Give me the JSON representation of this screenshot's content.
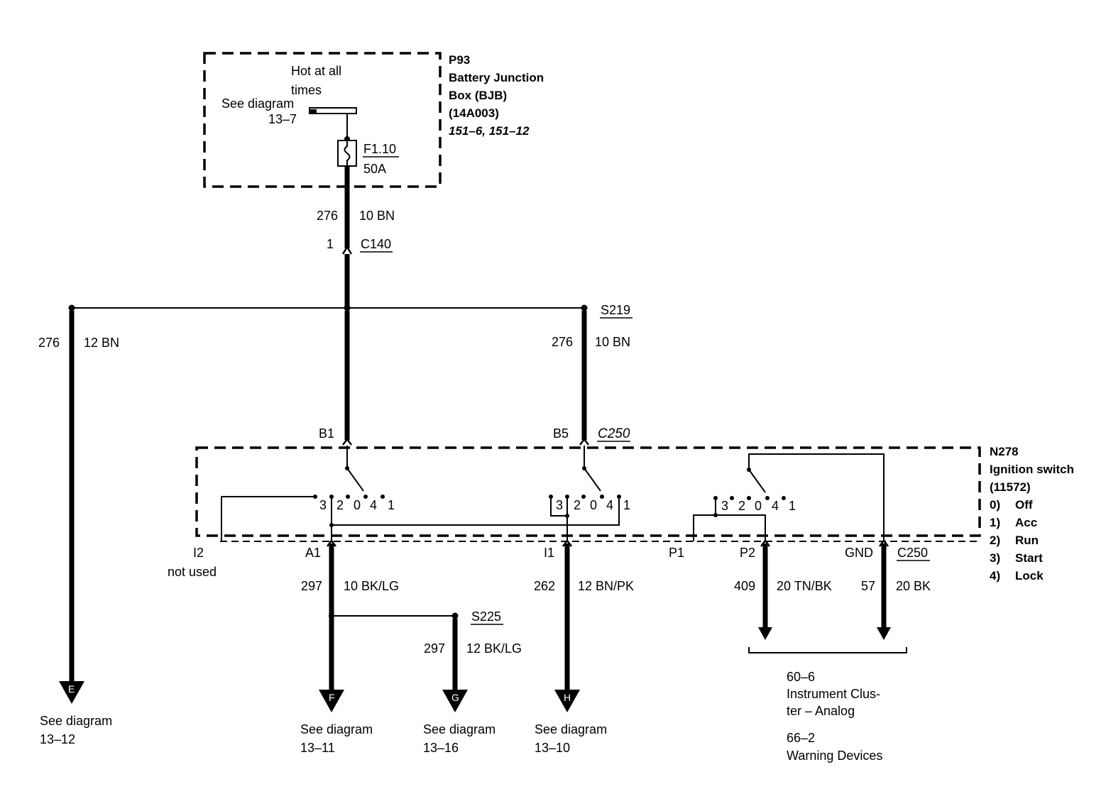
{
  "bjb": {
    "hot_line1": "Hot at all",
    "hot_line2": "times",
    "see1": "See diagram",
    "see2": "13–7",
    "fuse_id": "F1.10",
    "fuse_rating": "50A",
    "id": "P93",
    "name1": "Battery Junction",
    "name2": "Box (BJB)",
    "part": "(14A003)",
    "refs": "151–6, 151–12"
  },
  "wire_main": {
    "circuit": "276",
    "gauge": "10 BN"
  },
  "c140": {
    "pin": "1",
    "id": "C140"
  },
  "left_branch": {
    "circuit": "276",
    "gauge": "12 BN",
    "see1": "See diagram",
    "see2": "13–12",
    "dest": "E"
  },
  "s219": {
    "id": "S219",
    "circuit": "276",
    "gauge": "10 BN"
  },
  "c250_top": {
    "b1": "B1",
    "b5": "B5",
    "id": "C250"
  },
  "ignition": {
    "id": "N278",
    "name": "Ignition switch",
    "part": "(11572)",
    "positions": [
      {
        "num": "0)",
        "label": "Off"
      },
      {
        "num": "1)",
        "label": "Acc"
      },
      {
        "num": "2)",
        "label": "Run"
      },
      {
        "num": "3)",
        "label": "Start"
      },
      {
        "num": "4)",
        "label": "Lock"
      }
    ],
    "sw1": [
      "3",
      "2",
      "0",
      "4",
      "1"
    ],
    "sw2": [
      "3",
      "2",
      "0",
      "4",
      "1"
    ],
    "sw3": [
      "3",
      "2",
      "0",
      "4",
      "1"
    ]
  },
  "pins_bottom": {
    "i2": "I2",
    "not_used": "not used",
    "a1": "A1",
    "i1": "I1",
    "p1": "P1",
    "p2": "P2",
    "gnd": "GND",
    "c250": "C250"
  },
  "wire_297": {
    "circuit": "297",
    "gauge": "10 BK/LG",
    "see1": "See diagram",
    "see2": "13–11",
    "dest": "F"
  },
  "s225": {
    "id": "S225",
    "circuit": "297",
    "gauge": "12 BK/LG",
    "see1": "See diagram",
    "see2": "13–16",
    "dest": "G"
  },
  "wire_262": {
    "circuit": "262",
    "gauge": "12 BN/PK",
    "see1": "See diagram",
    "see2": "13–10",
    "dest": "H"
  },
  "wire_409": {
    "circuit": "409",
    "gauge": "20 TN/BK"
  },
  "wire_57": {
    "circuit": "57",
    "gauge": "20 BK"
  },
  "cluster": {
    "ref1": "60–6",
    "name1a": "Instrument Clus-",
    "name1b": "ter – Analog",
    "ref2": "66–2",
    "name2": "Warning Devices"
  }
}
